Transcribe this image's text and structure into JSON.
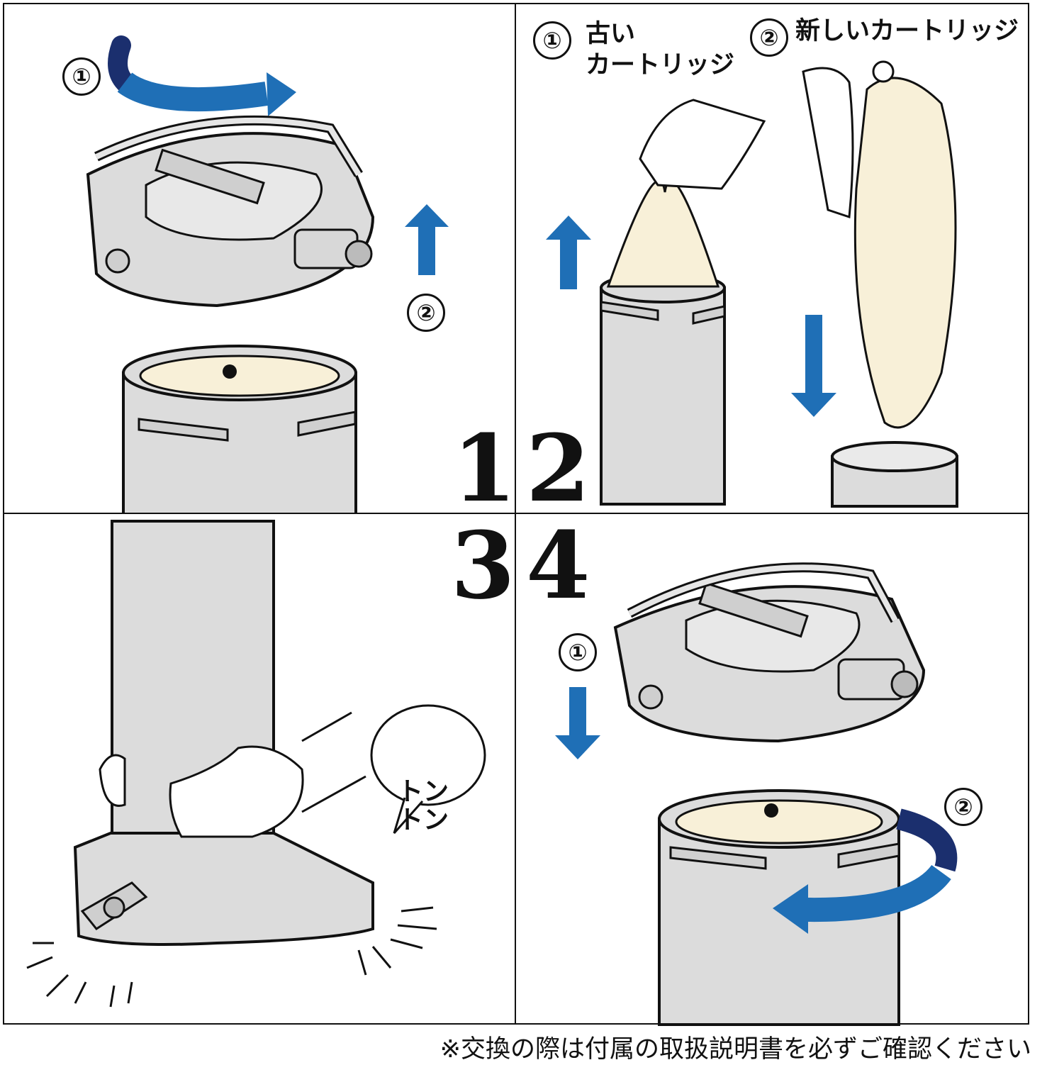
{
  "steps": [
    {
      "number": "1",
      "markers": [
        "①",
        "②"
      ]
    },
    {
      "number": "2",
      "markers": [
        "①",
        "②"
      ],
      "labels": [
        "古い\nカートリッジ",
        "新しいカートリッジ"
      ]
    },
    {
      "number": "3",
      "bubble": "トン\nトン"
    },
    {
      "number": "4",
      "markers": [
        "①",
        "②"
      ]
    }
  ],
  "footer_note": "※交換の際は付属の取扱説明書を必ずご確認ください",
  "colors": {
    "arrow_blue": "#1f6fb6",
    "arrow_navy": "#1b2f6e",
    "body_gray": "#dcdcdc",
    "cartridge_cream": "#f8f0d8",
    "line": "#111111"
  }
}
